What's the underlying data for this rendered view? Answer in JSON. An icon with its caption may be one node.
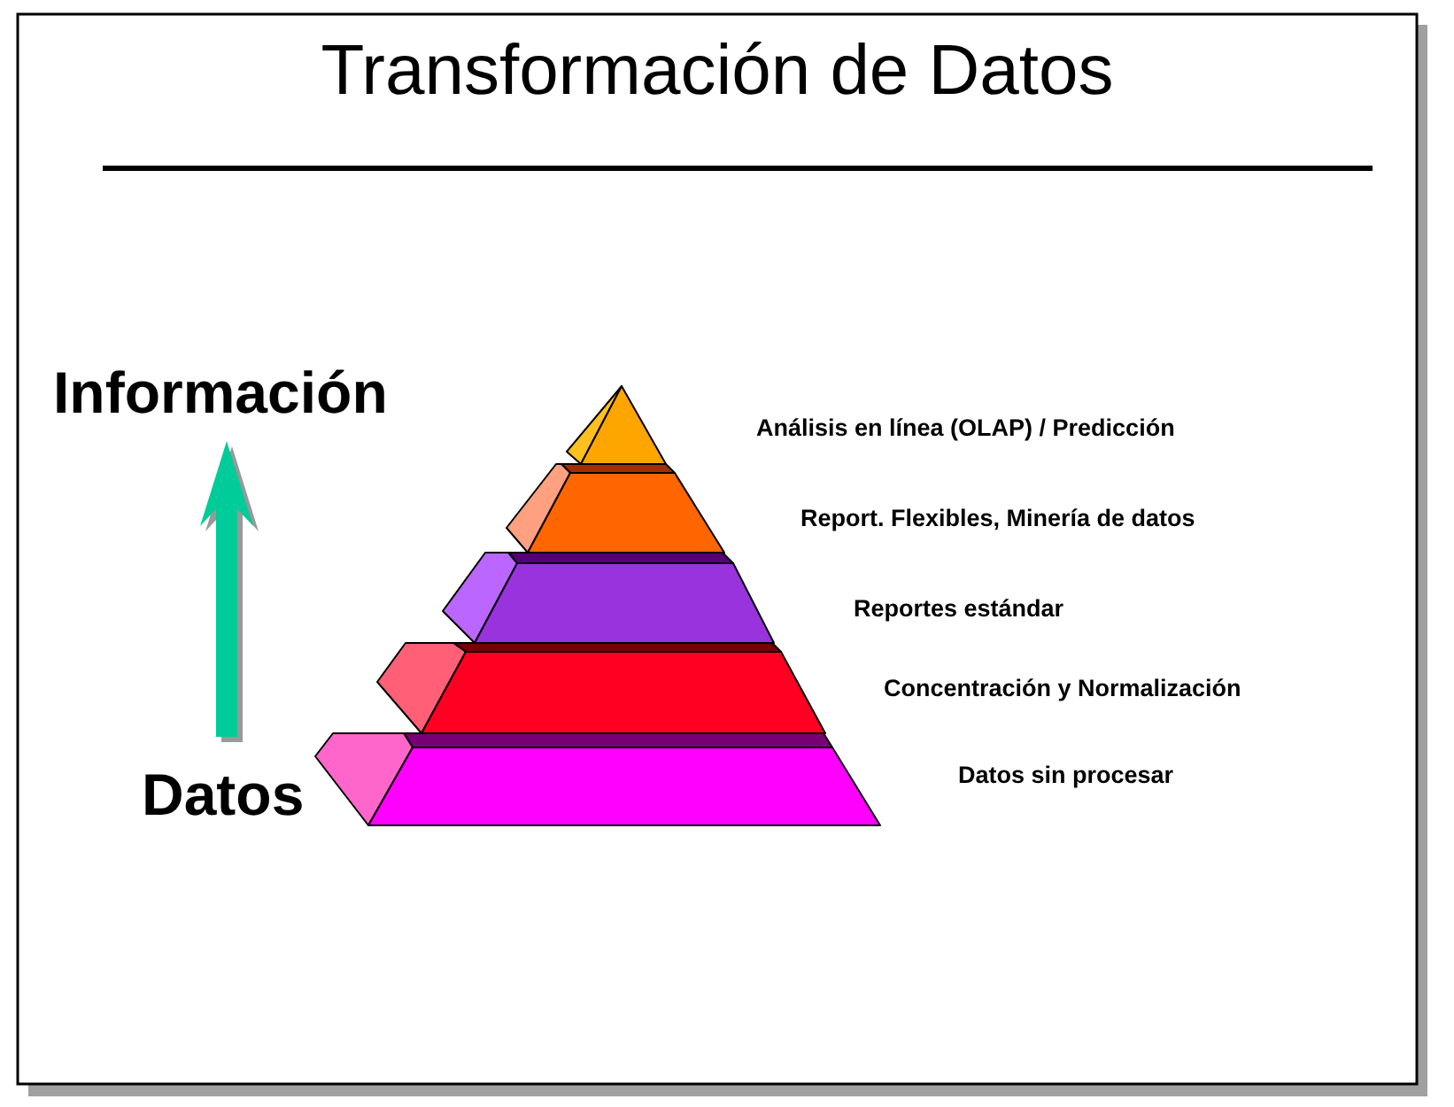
{
  "diagram": {
    "title": "Transformación de Datos",
    "nodes": [
      {
        "text": [
          "Información"
        ]
      },
      {
        "text": [],
        "shape": "triangle"
      },
      {
        "text": [],
        "shape": "trapezoid"
      },
      {
        "text": [],
        "shape": "trapezoid"
      },
      {
        "text": [],
        "shape": "trapezoid"
      },
      {
        "text": [],
        "shape": "trapezoid"
      },
      {
        "text": [
          "Datos"
        ]
      }
    ],
    "edges": [
      {
        "from": 6,
        "to": 0,
        "arrow": "to",
        "style": "thick",
        "color": "#00cc99"
      }
    ],
    "labels": [
      "Análisis en línea (OLAP) / Predicción",
      "Report. Flexibles, Minería de datos",
      "Reportes estándar",
      "Concentración y Normalización",
      "Datos sin procesar"
    ]
  }
}
